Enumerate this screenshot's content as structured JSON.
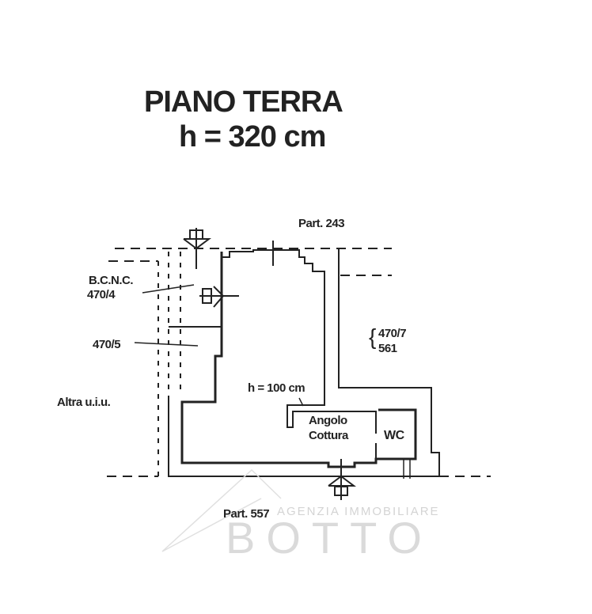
{
  "title": {
    "line1": "PIANO TERRA",
    "line2": "h = 320 cm"
  },
  "labels": {
    "part_top": "Part. 243",
    "bcnc": "B.C.N.C.",
    "bcnc_num": "470/4",
    "p470_5": "470/5",
    "p470_7": "470/7",
    "p561": "561",
    "altra": "Altra u.i.u.",
    "h100": "h = 100 cm",
    "angolo": "Angolo",
    "cottura": "Cottura",
    "wc": "WC",
    "part_bottom": "Part. 557"
  },
  "watermark": {
    "line1": "AGENZIA IMMOBILIARE",
    "line2": "BOTTO"
  }
}
